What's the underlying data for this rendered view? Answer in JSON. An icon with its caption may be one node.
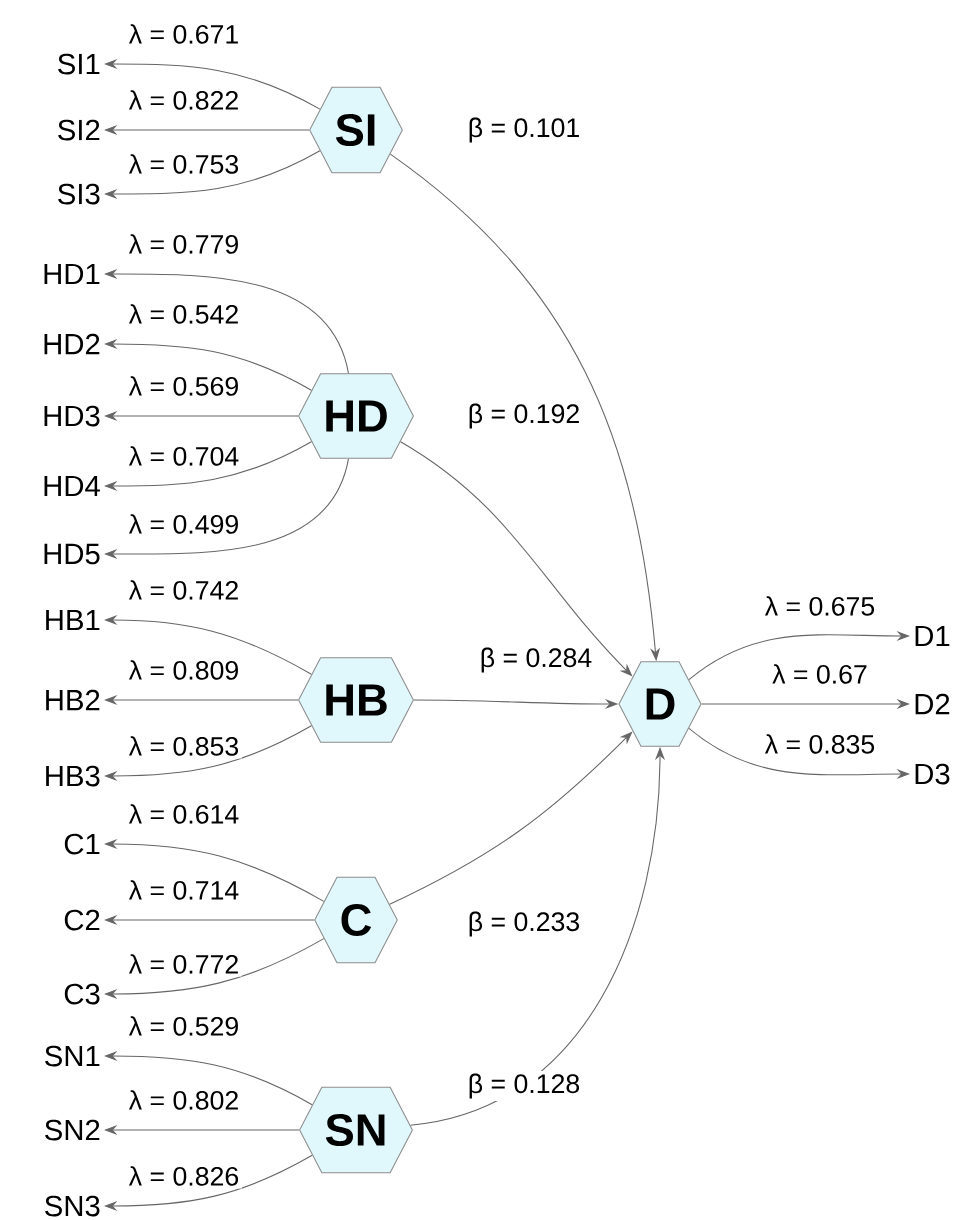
{
  "diagram": {
    "nodes": [
      {
        "text": [
          "SI"
        ]
      },
      {
        "text": [
          "SI1"
        ]
      },
      {
        "text": [
          "SI2"
        ]
      },
      {
        "text": [
          "SI3"
        ]
      },
      {
        "text": [
          "HD"
        ]
      },
      {
        "text": [
          "HD1"
        ]
      },
      {
        "text": [
          "HD2"
        ]
      },
      {
        "text": [
          "HD3"
        ]
      },
      {
        "text": [
          "HD4"
        ]
      },
      {
        "text": [
          "HD5"
        ]
      },
      {
        "text": [
          "HB"
        ]
      },
      {
        "text": [
          "HB1"
        ]
      },
      {
        "text": [
          "HB2"
        ]
      },
      {
        "text": [
          "HB3"
        ]
      },
      {
        "text": [
          "C"
        ]
      },
      {
        "text": [
          "C1"
        ]
      },
      {
        "text": [
          "C2"
        ]
      },
      {
        "text": [
          "C3"
        ]
      },
      {
        "text": [
          "SN"
        ]
      },
      {
        "text": [
          "SN1"
        ]
      },
      {
        "text": [
          "SN2"
        ]
      },
      {
        "text": [
          "SN3"
        ]
      },
      {
        "text": [
          "D"
        ]
      },
      {
        "text": [
          "D1"
        ]
      },
      {
        "text": [
          "D2"
        ]
      },
      {
        "text": [
          "D3"
        ]
      }
    ],
    "edges": [
      {
        "from": 0,
        "to": 1,
        "arrow": "to",
        "label": "λ = 0.671"
      },
      {
        "from": 0,
        "to": 2,
        "arrow": "to",
        "label": "λ = 0.822"
      },
      {
        "from": 0,
        "to": 3,
        "arrow": "to",
        "label": "λ = 0.753"
      },
      {
        "from": 4,
        "to": 5,
        "arrow": "to",
        "label": "λ = 0.779"
      },
      {
        "from": 4,
        "to": 6,
        "arrow": "to",
        "label": "λ = 0.542"
      },
      {
        "from": 4,
        "to": 7,
        "arrow": "to",
        "label": "λ = 0.569"
      },
      {
        "from": 4,
        "to": 8,
        "arrow": "to",
        "label": "λ = 0.704"
      },
      {
        "from": 4,
        "to": 9,
        "arrow": "to",
        "label": "λ = 0.499"
      },
      {
        "from": 10,
        "to": 11,
        "arrow": "to",
        "label": "λ = 0.742"
      },
      {
        "from": 10,
        "to": 12,
        "arrow": "to",
        "label": "λ = 0.809"
      },
      {
        "from": 10,
        "to": 13,
        "arrow": "to",
        "label": "λ = 0.853"
      },
      {
        "from": 14,
        "to": 15,
        "arrow": "to",
        "label": "λ = 0.614"
      },
      {
        "from": 14,
        "to": 16,
        "arrow": "to",
        "label": "λ = 0.714"
      },
      {
        "from": 14,
        "to": 17,
        "arrow": "to",
        "label": "λ = 0.772"
      },
      {
        "from": 18,
        "to": 19,
        "arrow": "to",
        "label": "λ = 0.529"
      },
      {
        "from": 18,
        "to": 20,
        "arrow": "to",
        "label": "λ = 0.802"
      },
      {
        "from": 18,
        "to": 21,
        "arrow": "to",
        "label": "λ = 0.826"
      },
      {
        "from": 22,
        "to": 23,
        "arrow": "to",
        "label": "λ = 0.675"
      },
      {
        "from": 22,
        "to": 24,
        "arrow": "to",
        "label": "λ = 0.67"
      },
      {
        "from": 22,
        "to": 25,
        "arrow": "to",
        "label": "λ = 0.835"
      },
      {
        "from": 0,
        "to": 22,
        "arrow": "to",
        "label": "β = 0.101"
      },
      {
        "from": 4,
        "to": 22,
        "arrow": "to",
        "label": "β = 0.192"
      },
      {
        "from": 10,
        "to": 22,
        "arrow": "to",
        "label": "β = 0.284"
      },
      {
        "from": 14,
        "to": 22,
        "arrow": "to",
        "label": "β = 0.233"
      },
      {
        "from": 18,
        "to": 22,
        "arrow": "to",
        "label": "β = 0.128"
      }
    ]
  }
}
